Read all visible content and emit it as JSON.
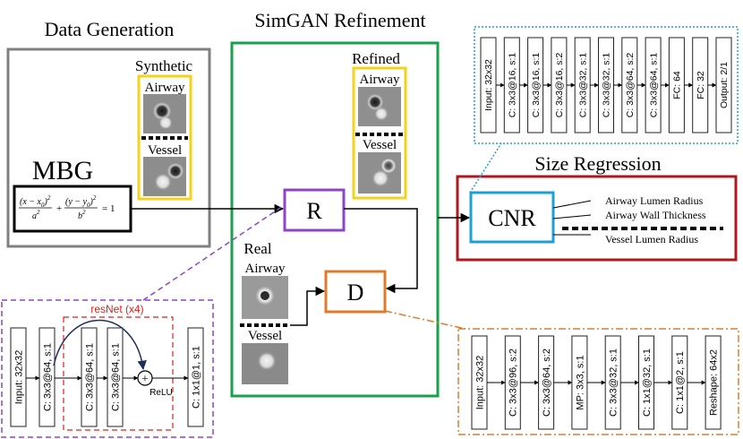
{
  "sections": {
    "data_generation": "Data Generation",
    "simgan": "SimGAN Refinement",
    "size_regression": "Size Regression"
  },
  "mbg": {
    "label": "MBG",
    "equation": {
      "t1_num": "(x − x",
      "t1_sub": "0",
      "t1_den": "a",
      "t2_num": "(y − y",
      "t2_sub": "0",
      "t2_den": "b",
      "sq": "2",
      "plus": "+",
      "equals": "= 1"
    }
  },
  "synthetic": {
    "label": "Synthetic",
    "airway": "Airway",
    "vessel": "Vessel"
  },
  "refined": {
    "label": "Refined",
    "airway": "Airway",
    "vessel": "Vessel"
  },
  "real": {
    "label": "Real",
    "airway": "Airway",
    "vessel": "Vessel"
  },
  "nodes": {
    "R": "R",
    "D": "D",
    "CNR": "CNR"
  },
  "outputs": [
    "Airway Lumen Radius",
    "Airway Wall Thickness",
    "Vessel Lumen Radius"
  ],
  "cnr_layers": [
    "Input: 32x32",
    "C: 3x3@16, s:1",
    "C: 3x3@16, s:1",
    "C: 3x3@16, s:2",
    "C: 3x3@32, s:1",
    "C: 3x3@32, s:1",
    "C: 3x3@64, s:2",
    "C: 3x3@64, s:1",
    "FC: 64",
    "FC: 32",
    "Output: 2/1"
  ],
  "r_net": {
    "resnet_label": "resNet (x4)",
    "layers": [
      "Input: 32x32",
      "C: 3x3@64, s:1",
      "C: 3x3@64, s:1",
      "C: 3x3@64, s:1",
      "C: 1x1@1, s:1"
    ],
    "relu": "ReLU",
    "plus": "+"
  },
  "d_layers": [
    "Input: 32x32",
    "C: 3x3@96, s:2",
    "C: 3x3@64, s:2",
    "MP: 3x3, s:1",
    "C: 3x3@32, s:1",
    "C: 1x1@32, s:1",
    "C: 1x1@2, s:1",
    "Reshape: 64x2"
  ],
  "colors": {
    "gray_box": "#808080",
    "green_box": "#17a24a",
    "red_box": "#b0171f",
    "yellow": "#f5d21b",
    "purple": "#8e44c9",
    "orange": "#e07b2a",
    "cyan": "#1e9fd6",
    "resnet_red": "#e0201a"
  }
}
